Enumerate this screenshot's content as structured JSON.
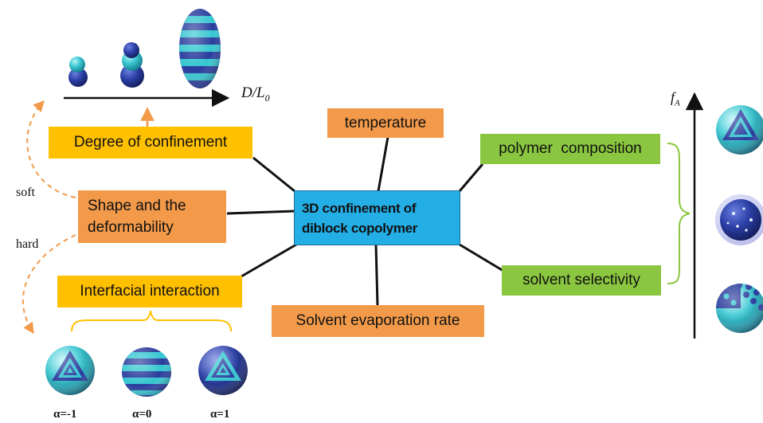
{
  "center": {
    "line1": "3D confinement of",
    "line2": "diblock copolymer"
  },
  "factors": {
    "temperature": "temperature",
    "degree": "Degree of confinement",
    "shape_line1": "Shape and the",
    "shape_line2": "deformability",
    "interfacial": "Interfacial interaction",
    "evaporation": "Solvent evaporation rate",
    "composition": "polymer  composition",
    "selectivity": "solvent selectivity"
  },
  "axis_labels": {
    "d_over_l0": "D/L",
    "d_sub": "0",
    "fa": "f",
    "fa_sub": "A"
  },
  "side_labels": {
    "soft": "soft",
    "hard": "hard"
  },
  "alpha_labels": [
    "α=-1",
    "α=0",
    "α=1"
  ],
  "colors": {
    "cyan": "#35c6d0",
    "navy": "#2a3c9c",
    "yellow": "#ffc000",
    "orange": "#f29a4a",
    "green": "#8ac63f",
    "blue": "#23aee6"
  }
}
